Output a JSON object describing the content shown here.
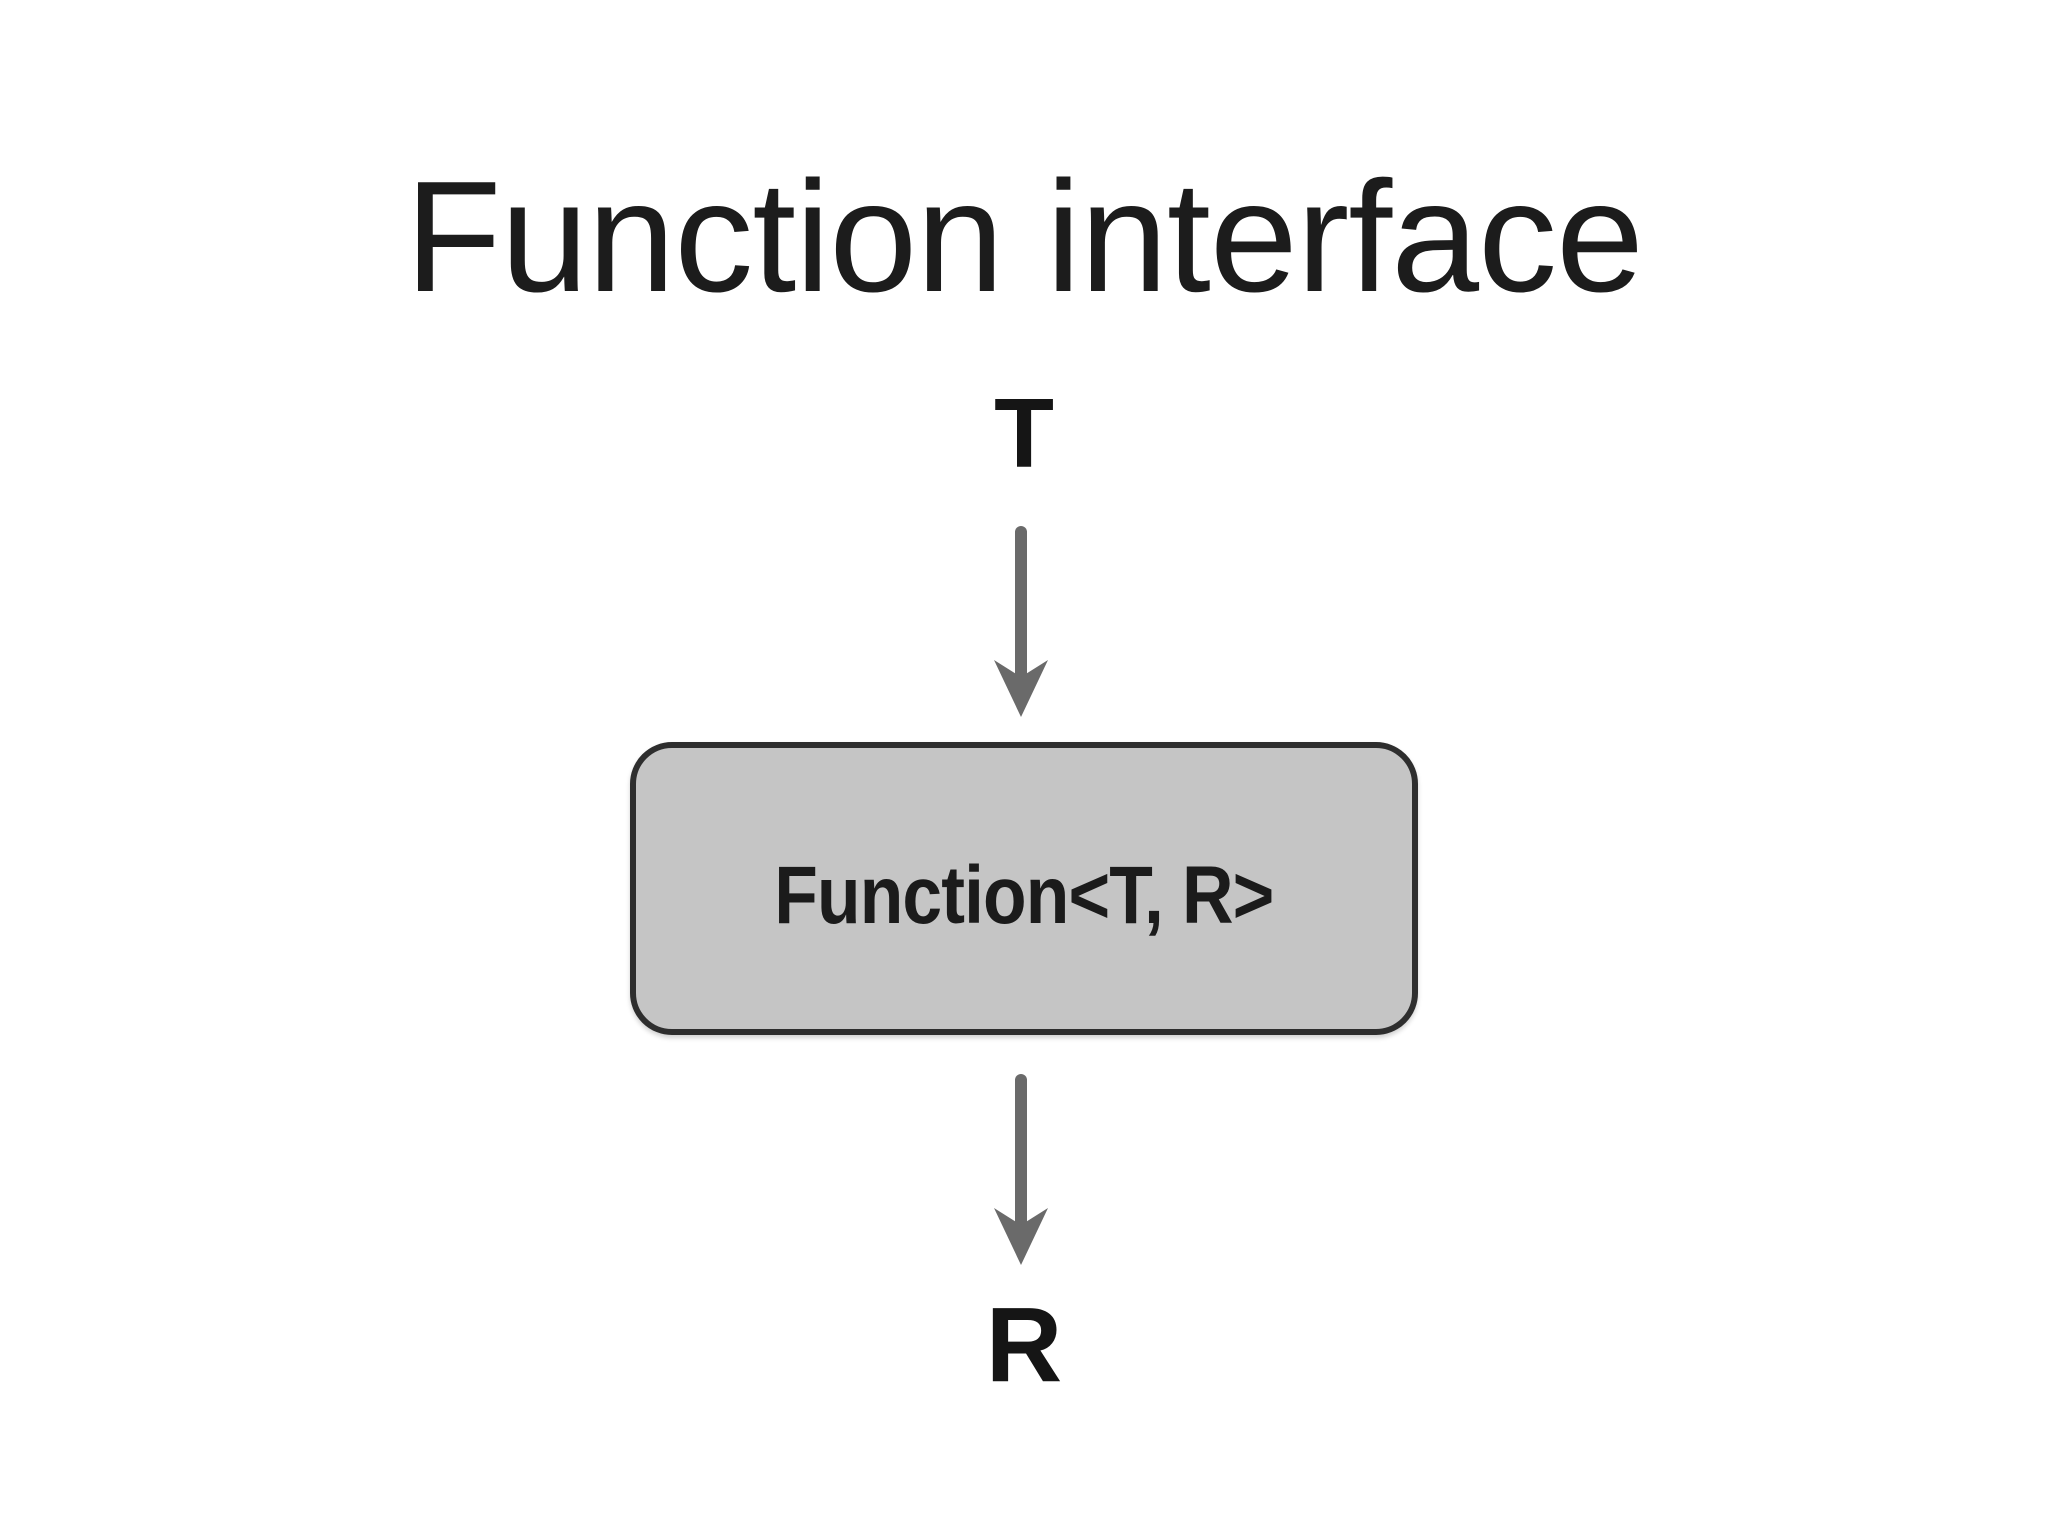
{
  "slide": {
    "title": "Function interface"
  },
  "diagram": {
    "input_type_label": "T",
    "box_label": "Function<T, R>",
    "output_type_label": "R",
    "colors": {
      "background": "#ffffff",
      "title_text": "#1c1c1c",
      "label_text": "#151515",
      "box_fill": "#c5c5c5",
      "box_border": "#2e2e2e",
      "box_text": "#1b1b1b",
      "arrow": "#6a6a6a"
    }
  }
}
